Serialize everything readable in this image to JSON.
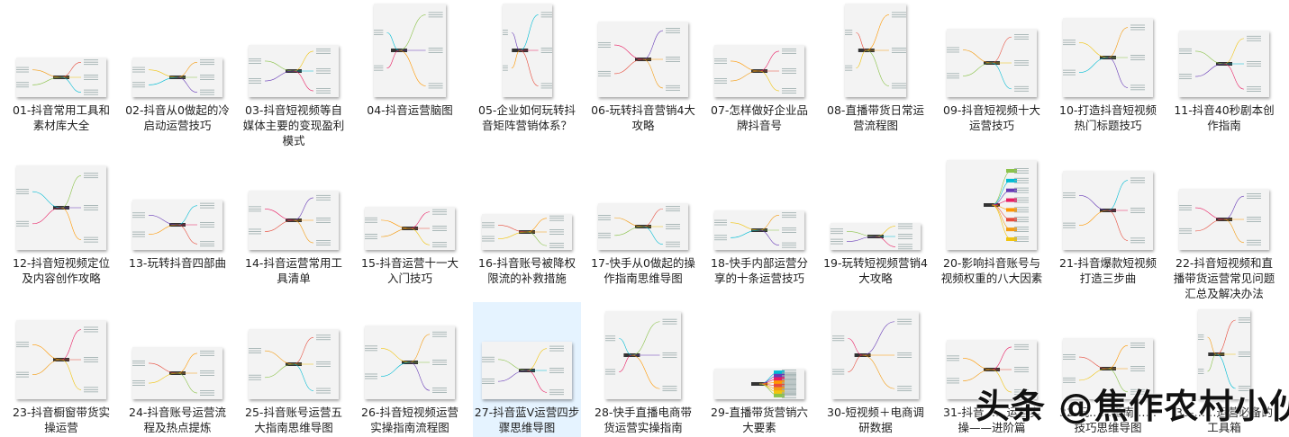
{
  "view": "file-explorer-large-icons",
  "selected_index": 26,
  "selection_color": "#e5f3ff",
  "files": [
    {
      "label": "01-抖音常用工具和素材库大全",
      "thumb": "mindmap-wide",
      "tw": 100,
      "th": 44
    },
    {
      "label": "02-抖音从0做起的冷启动运营技巧",
      "thumb": "mindmap-wide",
      "tw": 100,
      "th": 44
    },
    {
      "label": "03-抖音短视频等自媒体主要的变现盈利模式",
      "thumb": "mindmap-wide",
      "tw": 100,
      "th": 58
    },
    {
      "label": "04-抖音运营脑图",
      "thumb": "mindmap-tall",
      "tw": 80,
      "th": 104
    },
    {
      "label": "05-企业如何玩转抖音矩阵营销体系？",
      "thumb": "mindmap-tall",
      "tw": 55,
      "th": 104
    },
    {
      "label": "06-玩转抖音营销4大攻略",
      "thumb": "mindmap-wide",
      "tw": 100,
      "th": 84
    },
    {
      "label": "07-怎样做好企业品牌抖音号",
      "thumb": "mindmap-wide",
      "tw": 100,
      "th": 58
    },
    {
      "label": "08-直播带货日常运营流程图",
      "thumb": "mindmap-tall",
      "tw": 68,
      "th": 104
    },
    {
      "label": "09-抖音短视频十大运营技巧",
      "thumb": "mindmap-wide",
      "tw": 100,
      "th": 76
    },
    {
      "label": "10-打造抖音短视频热门标题技巧",
      "thumb": "mindmap-wide",
      "tw": 100,
      "th": 88
    },
    {
      "label": "11-抖音40秒剧本创作指南",
      "thumb": "mindmap-wide",
      "tw": 100,
      "th": 74
    },
    {
      "label": "12-抖音短视频定位及内容创作攻略",
      "thumb": "mindmap-wide",
      "tw": 100,
      "th": 94
    },
    {
      "label": "13-玩转抖音四部曲",
      "thumb": "mindmap-wide",
      "tw": 100,
      "th": 56
    },
    {
      "label": "14-抖音运营常用工具清单",
      "thumb": "mindmap-wide",
      "tw": 100,
      "th": 66
    },
    {
      "label": "15-抖音运营十一大入门技巧",
      "thumb": "mindmap-wide",
      "tw": 100,
      "th": 48
    },
    {
      "label": "16-抖音账号被降权限流的补救措施",
      "thumb": "mindmap-wide",
      "tw": 100,
      "th": 40
    },
    {
      "label": "17-快手从0做起的操作指南思维导图",
      "thumb": "mindmap-wide",
      "tw": 100,
      "th": 52
    },
    {
      "label": "18-快手内部运营分享的十条运营技巧",
      "thumb": "mindmap-wide",
      "tw": 100,
      "th": 44
    },
    {
      "label": "19-玩转短视频营销4大攻略",
      "thumb": "mindmap-wide",
      "tw": 100,
      "th": 30
    },
    {
      "label": "20-影响抖音账号与视频权重的八大因素",
      "thumb": "mindmap-color",
      "tw": 100,
      "th": 100
    },
    {
      "label": "21-抖音爆款短视频打造三步曲",
      "thumb": "mindmap-wide",
      "tw": 100,
      "th": 88
    },
    {
      "label": "22-抖音短视频和直播带货运营常见问题汇总及解决办法",
      "thumb": "mindmap-wide",
      "tw": 100,
      "th": 68
    },
    {
      "label": "23-抖音橱窗带货实操运营",
      "thumb": "mindmap-wide",
      "tw": 100,
      "th": 88
    },
    {
      "label": "24-抖音账号运营流程及热点提炼",
      "thumb": "mindmap-wide",
      "tw": 100,
      "th": 58
    },
    {
      "label": "25-抖音账号运营五大指南思维导图",
      "thumb": "mindmap-wide",
      "tw": 100,
      "th": 78
    },
    {
      "label": "26-抖音短视频运营实操指南流程图",
      "thumb": "mindmap-wide",
      "tw": 100,
      "th": 82
    },
    {
      "label": "27-抖音蓝V运营四步骤思维导图",
      "thumb": "mindmap-wide",
      "tw": 100,
      "th": 64
    },
    {
      "label": "28-快手直播电商带货运营实操指南",
      "thumb": "mindmap-tall",
      "tw": 84,
      "th": 98
    },
    {
      "label": "29-直播带货营销六大要素",
      "thumb": "mindmap-color",
      "tw": 100,
      "th": 34
    },
    {
      "label": "30-短视频＋电商调研数据",
      "thumb": "mindmap-tall",
      "tw": 96,
      "th": 98
    },
    {
      "label": "31-抖音……运营实操——进阶篇",
      "thumb": "mindmap-wide",
      "tw": 100,
      "th": 66
    },
    {
      "label": "32-玩……指南……技巧思维导图",
      "thumb": "mindmap-wide",
      "tw": 100,
      "th": 68
    },
    {
      "label": "33-……运营必备的工具箱",
      "thumb": "mindmap-tall",
      "tw": 58,
      "th": 100
    }
  ],
  "watermark": "头条 @焦作农村小伙"
}
